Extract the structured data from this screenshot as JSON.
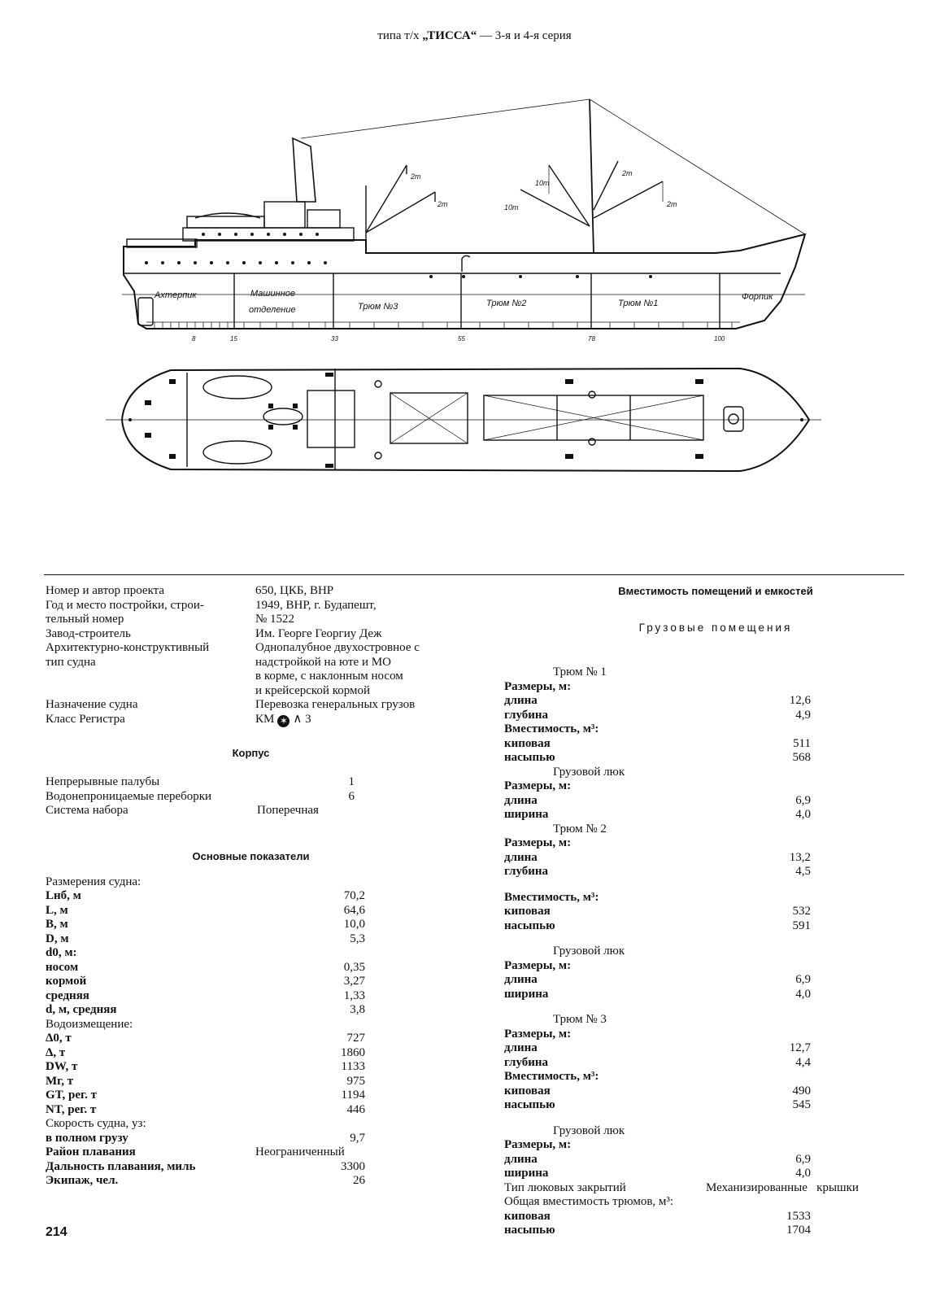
{
  "header": {
    "prefix": "типа т/х ",
    "name": "„ТИССА“",
    "suffix": " — 3-я и 4-я серия"
  },
  "drawing": {
    "side_labels": [
      "Ахтерпик",
      "Машинное",
      "отделение",
      "Трюм №3",
      "Трюм №2",
      "Трюм №1",
      "Форпик"
    ],
    "frame_numbers": [
      "8",
      "15",
      "33",
      "55",
      "78",
      "100"
    ],
    "crane_labels": [
      "2т",
      "2т",
      "10т",
      "10т",
      "2т",
      "2т"
    ]
  },
  "general": {
    "rows": [
      {
        "label": "Номер и автор проекта",
        "value": "650, ЦКБ, ВНР"
      },
      {
        "label": "Год и место постройки, строи-",
        "value": "1949, ВНР, г. Будапешт,"
      },
      {
        "label": "тельный номер",
        "value": "№ 1522"
      },
      {
        "label": "Завод-строитель",
        "value": "Им. Георге Георгиу Деж"
      },
      {
        "label": "Архитектурно-конструктивный",
        "value": "Однопалубное двухостровное с"
      },
      {
        "label": "тип судна",
        "value": "надстройкой на юте и МО"
      },
      {
        "label": "",
        "value": "в корме, с наклонным носом"
      },
      {
        "label": "",
        "value": "и крейсерской кормой"
      },
      {
        "label": "Назначение судна",
        "value": "Перевозка генеральных грузов"
      },
      {
        "label": "Класс Регистра",
        "value_prefix": "КМ",
        "value_symbol": "✶",
        "value_suffix": "∧ 3"
      }
    ]
  },
  "hull": {
    "title": "Корпус",
    "rows": [
      {
        "label": "Непрерывные палубы",
        "value": "1"
      },
      {
        "label": "Водонепроницаемые переборки",
        "value": "6"
      },
      {
        "label": "Система набора",
        "value": "Поперечная"
      }
    ]
  },
  "main": {
    "title": "Основные показатели",
    "rows": [
      {
        "label": "Размерения судна:",
        "value": ""
      },
      {
        "label": "Lнб, м",
        "value": "70,2"
      },
      {
        "label": "L, м",
        "value": "64,6"
      },
      {
        "label": "B, м",
        "value": "10,0"
      },
      {
        "label": "D, м",
        "value": "5,3"
      },
      {
        "label": "d0, м:",
        "value": ""
      },
      {
        "label": "носом",
        "value": "0,35"
      },
      {
        "label": "кормой",
        "value": "3,27"
      },
      {
        "label": "средняя",
        "value": "1,33"
      },
      {
        "label": "d, м, средняя",
        "value": "3,8"
      },
      {
        "label": "Водоизмещение:",
        "value": ""
      },
      {
        "label": "Δ0, т",
        "value": "727"
      },
      {
        "label": "Δ, т",
        "value": "1860"
      },
      {
        "label": "DW, т",
        "value": "1133"
      },
      {
        "label": "Mг, т",
        "value": "975"
      },
      {
        "label": "GT, рег. т",
        "value": "1194"
      },
      {
        "label": "NT, рег. т",
        "value": "446"
      },
      {
        "label": "Скорость судна, уз:",
        "value": ""
      },
      {
        "label": "в полном грузу",
        "value": "9,7"
      },
      {
        "label": "Район плавания",
        "value": "Неограниченный"
      },
      {
        "label": "Дальность плавания, миль",
        "value": "3300"
      },
      {
        "label": "Экипаж, чел.",
        "value": "26"
      }
    ]
  },
  "capacity": {
    "title": "Вместимость помещений и емкостей",
    "subtitle": "Грузовые помещения",
    "rows": [
      {
        "kind": "head",
        "label": "Трюм № 1"
      },
      {
        "kind": "row",
        "label": "Размеры, м:",
        "value": ""
      },
      {
        "kind": "row",
        "label": "длина",
        "value": "12,6"
      },
      {
        "kind": "row",
        "label": "глубина",
        "value": "4,9"
      },
      {
        "kind": "row",
        "label": "Вместимость, м³:",
        "value": ""
      },
      {
        "kind": "row",
        "label": "киповая",
        "value": "511"
      },
      {
        "kind": "row",
        "label": "насыпью",
        "value": "568"
      },
      {
        "kind": "head",
        "label": "Грузовой люк"
      },
      {
        "kind": "row",
        "label": "Размеры, м:",
        "value": ""
      },
      {
        "kind": "row",
        "label": "длина",
        "value": "6,9"
      },
      {
        "kind": "row",
        "label": "ширина",
        "value": "4,0"
      },
      {
        "kind": "head",
        "label": "Трюм № 2"
      },
      {
        "kind": "row",
        "label": "Размеры, м:",
        "value": ""
      },
      {
        "kind": "row",
        "label": "длина",
        "value": "13,2"
      },
      {
        "kind": "row",
        "label": "глубина",
        "value": "4,5"
      },
      {
        "kind": "gap"
      },
      {
        "kind": "row",
        "label": "Вместимость, м³:",
        "value": ""
      },
      {
        "kind": "row",
        "label": "киповая",
        "value": "532"
      },
      {
        "kind": "row",
        "label": "насыпью",
        "value": "591"
      },
      {
        "kind": "gap"
      },
      {
        "kind": "head",
        "label": "Грузовой люк"
      },
      {
        "kind": "row",
        "label": "Размеры, м:",
        "value": ""
      },
      {
        "kind": "row",
        "label": "длина",
        "value": "6,9"
      },
      {
        "kind": "row",
        "label": "ширина",
        "value": "4,0"
      },
      {
        "kind": "gap"
      },
      {
        "kind": "head",
        "label": "Трюм № 3"
      },
      {
        "kind": "row",
        "label": "Размеры, м:",
        "value": ""
      },
      {
        "kind": "row",
        "label": "длина",
        "value": "12,7"
      },
      {
        "kind": "row",
        "label": "глубина",
        "value": "4,4"
      },
      {
        "kind": "row",
        "label": "Вместимость, м³:",
        "value": ""
      },
      {
        "kind": "row",
        "label": "киповая",
        "value": "490"
      },
      {
        "kind": "row",
        "label": "насыпью",
        "value": "545"
      },
      {
        "kind": "gap"
      },
      {
        "kind": "head",
        "label": "Грузовой люк"
      },
      {
        "kind": "row",
        "label": "Размеры, м:",
        "value": ""
      },
      {
        "kind": "row",
        "label": "длина",
        "value": "6,9"
      },
      {
        "kind": "row",
        "label": "ширина",
        "value": "4,0"
      },
      {
        "kind": "wide",
        "label": "Тип люковых закрытий",
        "value": "Механизированные   крышки"
      },
      {
        "kind": "row",
        "label": "Общая вместимость трюмов, м³:",
        "value": ""
      },
      {
        "kind": "row",
        "label": "киповая",
        "value": "1533"
      },
      {
        "kind": "row",
        "label": "насыпью",
        "value": "1704"
      }
    ]
  },
  "page_number": "214"
}
